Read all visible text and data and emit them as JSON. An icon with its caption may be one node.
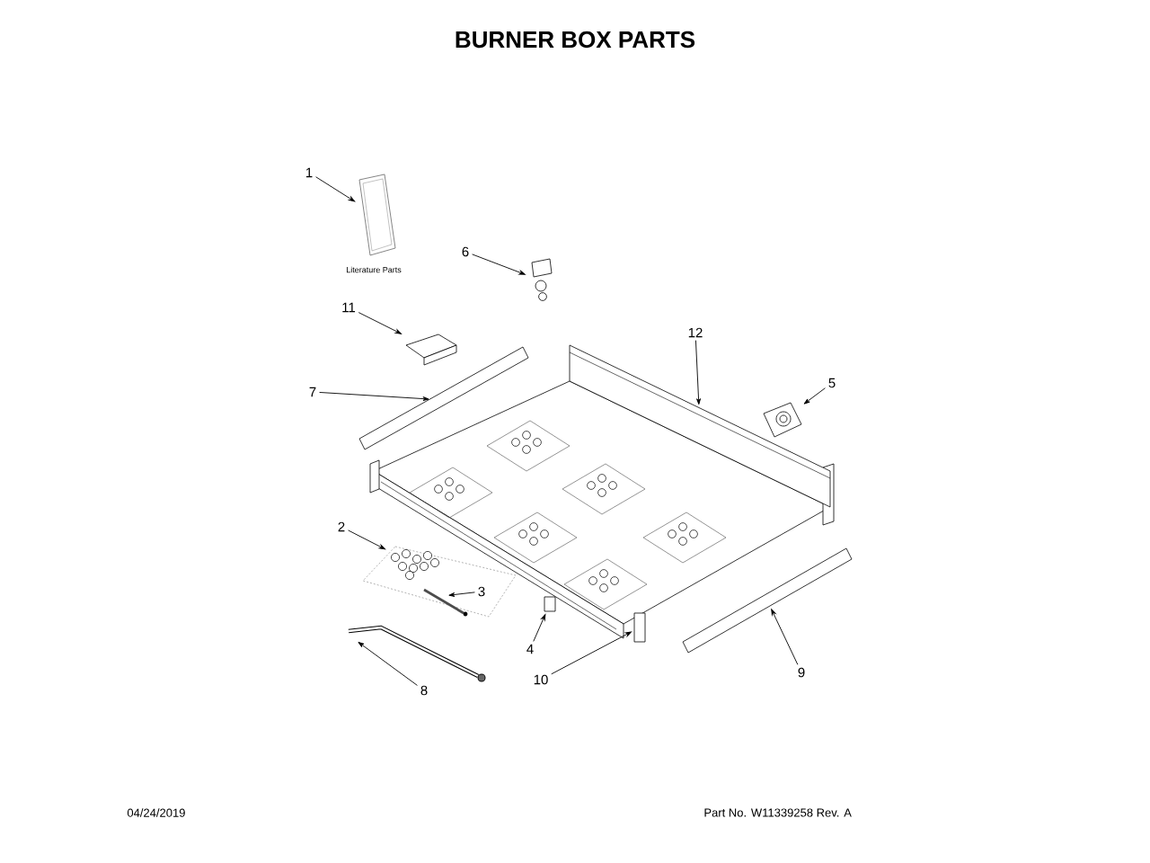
{
  "diagram": {
    "title": "BURNER BOX PARTS",
    "nodes": [
      {
        "text": [
          "1"
        ]
      },
      {
        "text": [
          "2"
        ]
      },
      {
        "text": [
          "3"
        ]
      },
      {
        "text": [
          "4"
        ]
      },
      {
        "text": [
          "5"
        ]
      },
      {
        "text": [
          "6"
        ]
      },
      {
        "text": [
          "7"
        ]
      },
      {
        "text": [
          "8"
        ]
      },
      {
        "text": [
          "9"
        ]
      },
      {
        "text": [
          "10"
        ]
      },
      {
        "text": [
          "11"
        ]
      },
      {
        "text": [
          "12"
        ]
      },
      {
        "text": [],
        "shape": "picture"
      },
      {
        "text": [],
        "shape": "picture"
      },
      {
        "text": [],
        "shape": "picture"
      },
      {
        "text": [],
        "shape": "box"
      },
      {
        "text": [],
        "shape": "picture"
      },
      {
        "text": [],
        "shape": "picture"
      },
      {
        "text": [],
        "shape": "picture"
      },
      {
        "text": [],
        "shape": "picture"
      },
      {
        "text": [],
        "shape": "picture"
      },
      {
        "text": [],
        "shape": "box"
      },
      {
        "text": [],
        "shape": "picture"
      },
      {
        "text": [],
        "shape": "picture"
      }
    ],
    "edges": [
      {
        "from": 0,
        "to": 12,
        "arrow": "to"
      },
      {
        "from": 1,
        "to": 13,
        "arrow": "to"
      },
      {
        "from": 2,
        "to": 14,
        "arrow": "to"
      },
      {
        "from": 3,
        "to": 15,
        "arrow": "to"
      },
      {
        "from": 4,
        "to": 16,
        "arrow": "to"
      },
      {
        "from": 5,
        "to": 17,
        "arrow": "to"
      },
      {
        "from": 6,
        "to": 18,
        "arrow": "to"
      },
      {
        "from": 7,
        "to": 19,
        "arrow": "to"
      },
      {
        "from": 8,
        "to": 20,
        "arrow": "to"
      },
      {
        "from": 9,
        "to": 21,
        "arrow": "to"
      },
      {
        "from": 10,
        "to": 22,
        "arrow": "to"
      },
      {
        "from": 11,
        "to": 23,
        "arrow": "to"
      }
    ],
    "labels": [
      "Literature Parts",
      "04/24/2019",
      "Part No. W11339258  Rev. A"
    ]
  }
}
